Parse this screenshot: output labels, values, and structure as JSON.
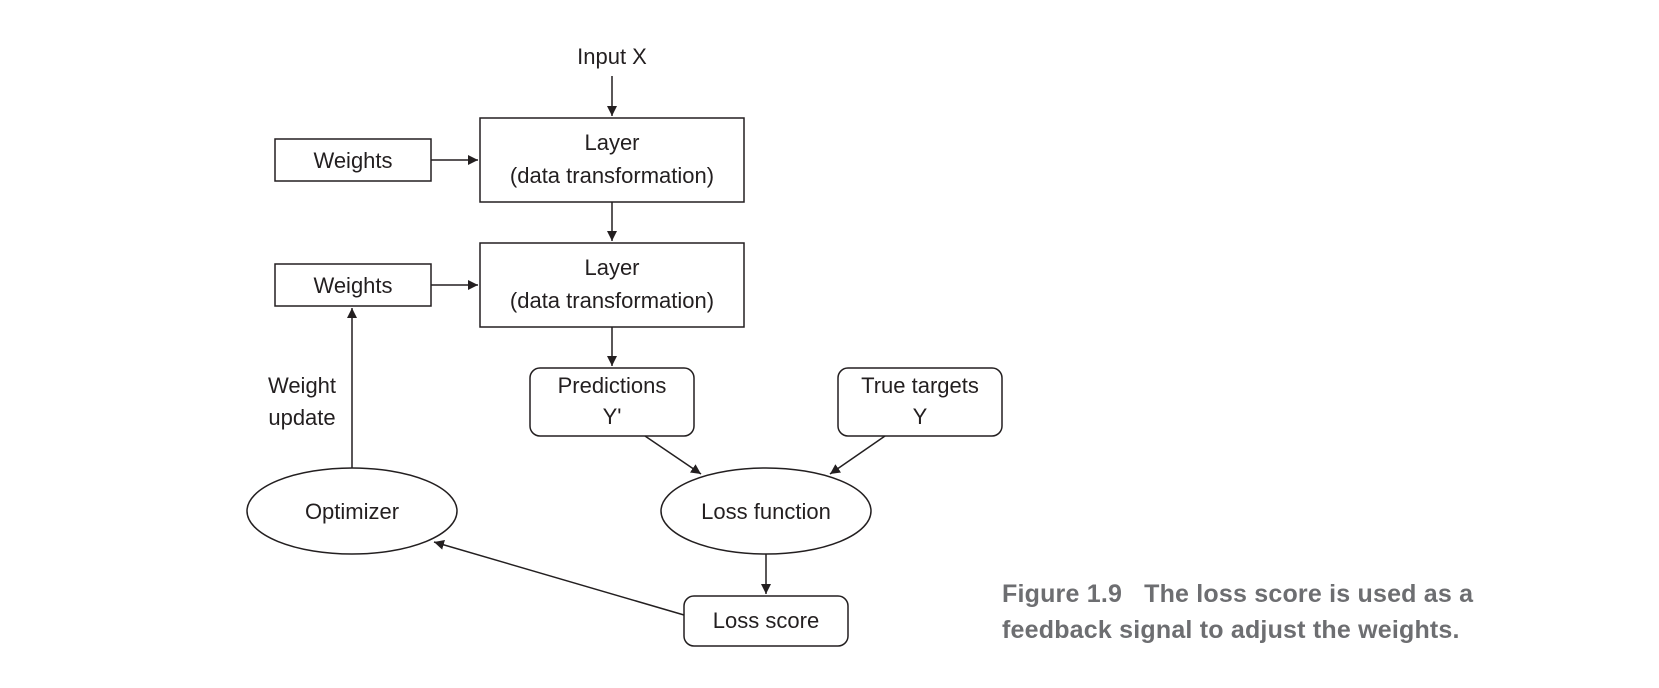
{
  "diagram": {
    "input": "Input X",
    "layer1": {
      "line1": "Layer",
      "line2": "(data transformation)"
    },
    "layer2": {
      "line1": "Layer",
      "line2": "(data transformation)"
    },
    "weights1": "Weights",
    "weights2": "Weights",
    "weight_update": {
      "line1": "Weight",
      "line2": "update"
    },
    "predictions": {
      "line1": "Predictions",
      "line2": "Y'"
    },
    "true_targets": {
      "line1": "True targets",
      "line2": "Y"
    },
    "optimizer": "Optimizer",
    "loss_function": "Loss function",
    "loss_score": "Loss score"
  },
  "caption": {
    "number": "Figure 1.9",
    "line1": "The loss score is used as a",
    "line2": "feedback signal to adjust the weights."
  }
}
